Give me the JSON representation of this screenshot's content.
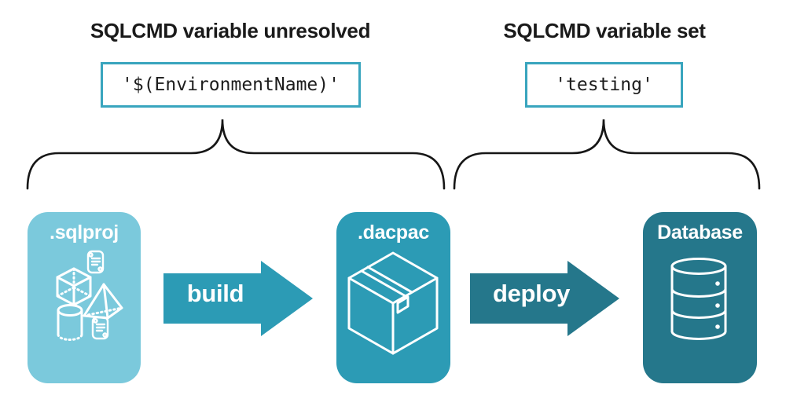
{
  "annotations": {
    "left": {
      "heading": "SQLCMD variable unresolved",
      "code": "'$(EnvironmentName)'"
    },
    "right": {
      "heading": "SQLCMD variable set",
      "code": "'testing'"
    }
  },
  "pipeline": {
    "nodes": [
      {
        "label": ".sqlproj",
        "color": "#7BC9DC",
        "icons": [
          "script-icon",
          "cube-icon",
          "pyramid-icon",
          "cylinder-icon",
          "script-icon"
        ]
      },
      {
        "label": ".dacpac",
        "color": "#2C9BB5",
        "icons": [
          "package-icon"
        ]
      },
      {
        "label": "Database",
        "color": "#25778B",
        "icons": [
          "database-icon"
        ]
      }
    ],
    "arrows": [
      {
        "label": "build",
        "color": "#2C9BB5"
      },
      {
        "label": "deploy",
        "color": "#25778B"
      }
    ]
  },
  "colors": {
    "code_box_border": "#39A5BE",
    "brace": "#161616",
    "heading_text": "#1A1A1A",
    "card_text": "#FFFFFF",
    "background": "#FFFFFF"
  }
}
